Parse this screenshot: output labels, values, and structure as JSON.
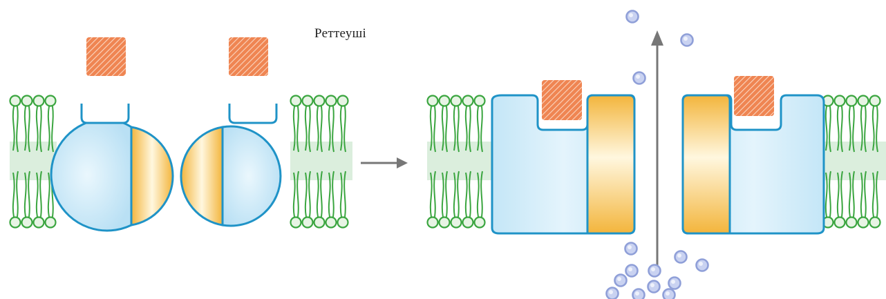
{
  "diagram": {
    "label_text": "Реттеуші",
    "colors": {
      "membrane_green": "#3aa53f",
      "membrane_band": "#dbeedd",
      "protein_blue": "#bfe4f6",
      "protein_outline": "#1f93c7",
      "protein_yellow": "#f3b53c",
      "ligand_orange": "#ef8552",
      "ion_blue": "#8f9fd8",
      "arrow_gray": "#777777"
    },
    "icons": [
      "lipid-bilayer",
      "channel-protein",
      "regulator-ligand",
      "ion",
      "transition-arrow",
      "flow-arrow"
    ]
  }
}
